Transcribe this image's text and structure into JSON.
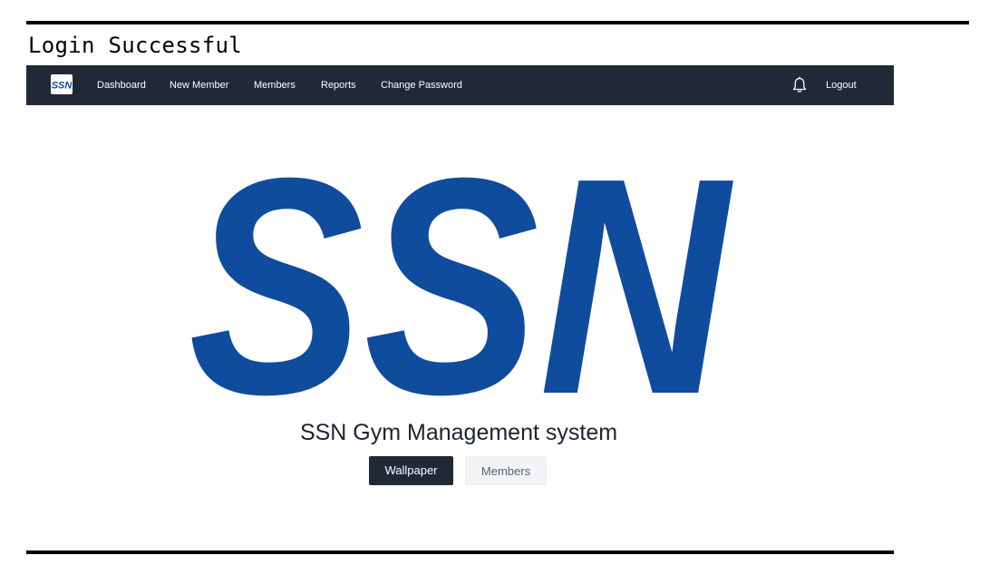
{
  "status_message": "Login Successful",
  "navbar": {
    "brand_logo_text": "SSN",
    "links": [
      {
        "label": "Dashboard"
      },
      {
        "label": "New Member"
      },
      {
        "label": "Members"
      },
      {
        "label": "Reports"
      },
      {
        "label": "Change Password"
      }
    ],
    "notification_icon": "bell-icon",
    "logout_label": "Logout"
  },
  "hero": {
    "logo_text": "SSN",
    "logo_color": "#0f4c9e",
    "title": "SSN Gym Management system"
  },
  "actions": {
    "primary_label": "Wallpaper",
    "secondary_label": "Members"
  },
  "colors": {
    "navbar_bg": "#212936",
    "brand_blue": "#0f4c9e"
  }
}
